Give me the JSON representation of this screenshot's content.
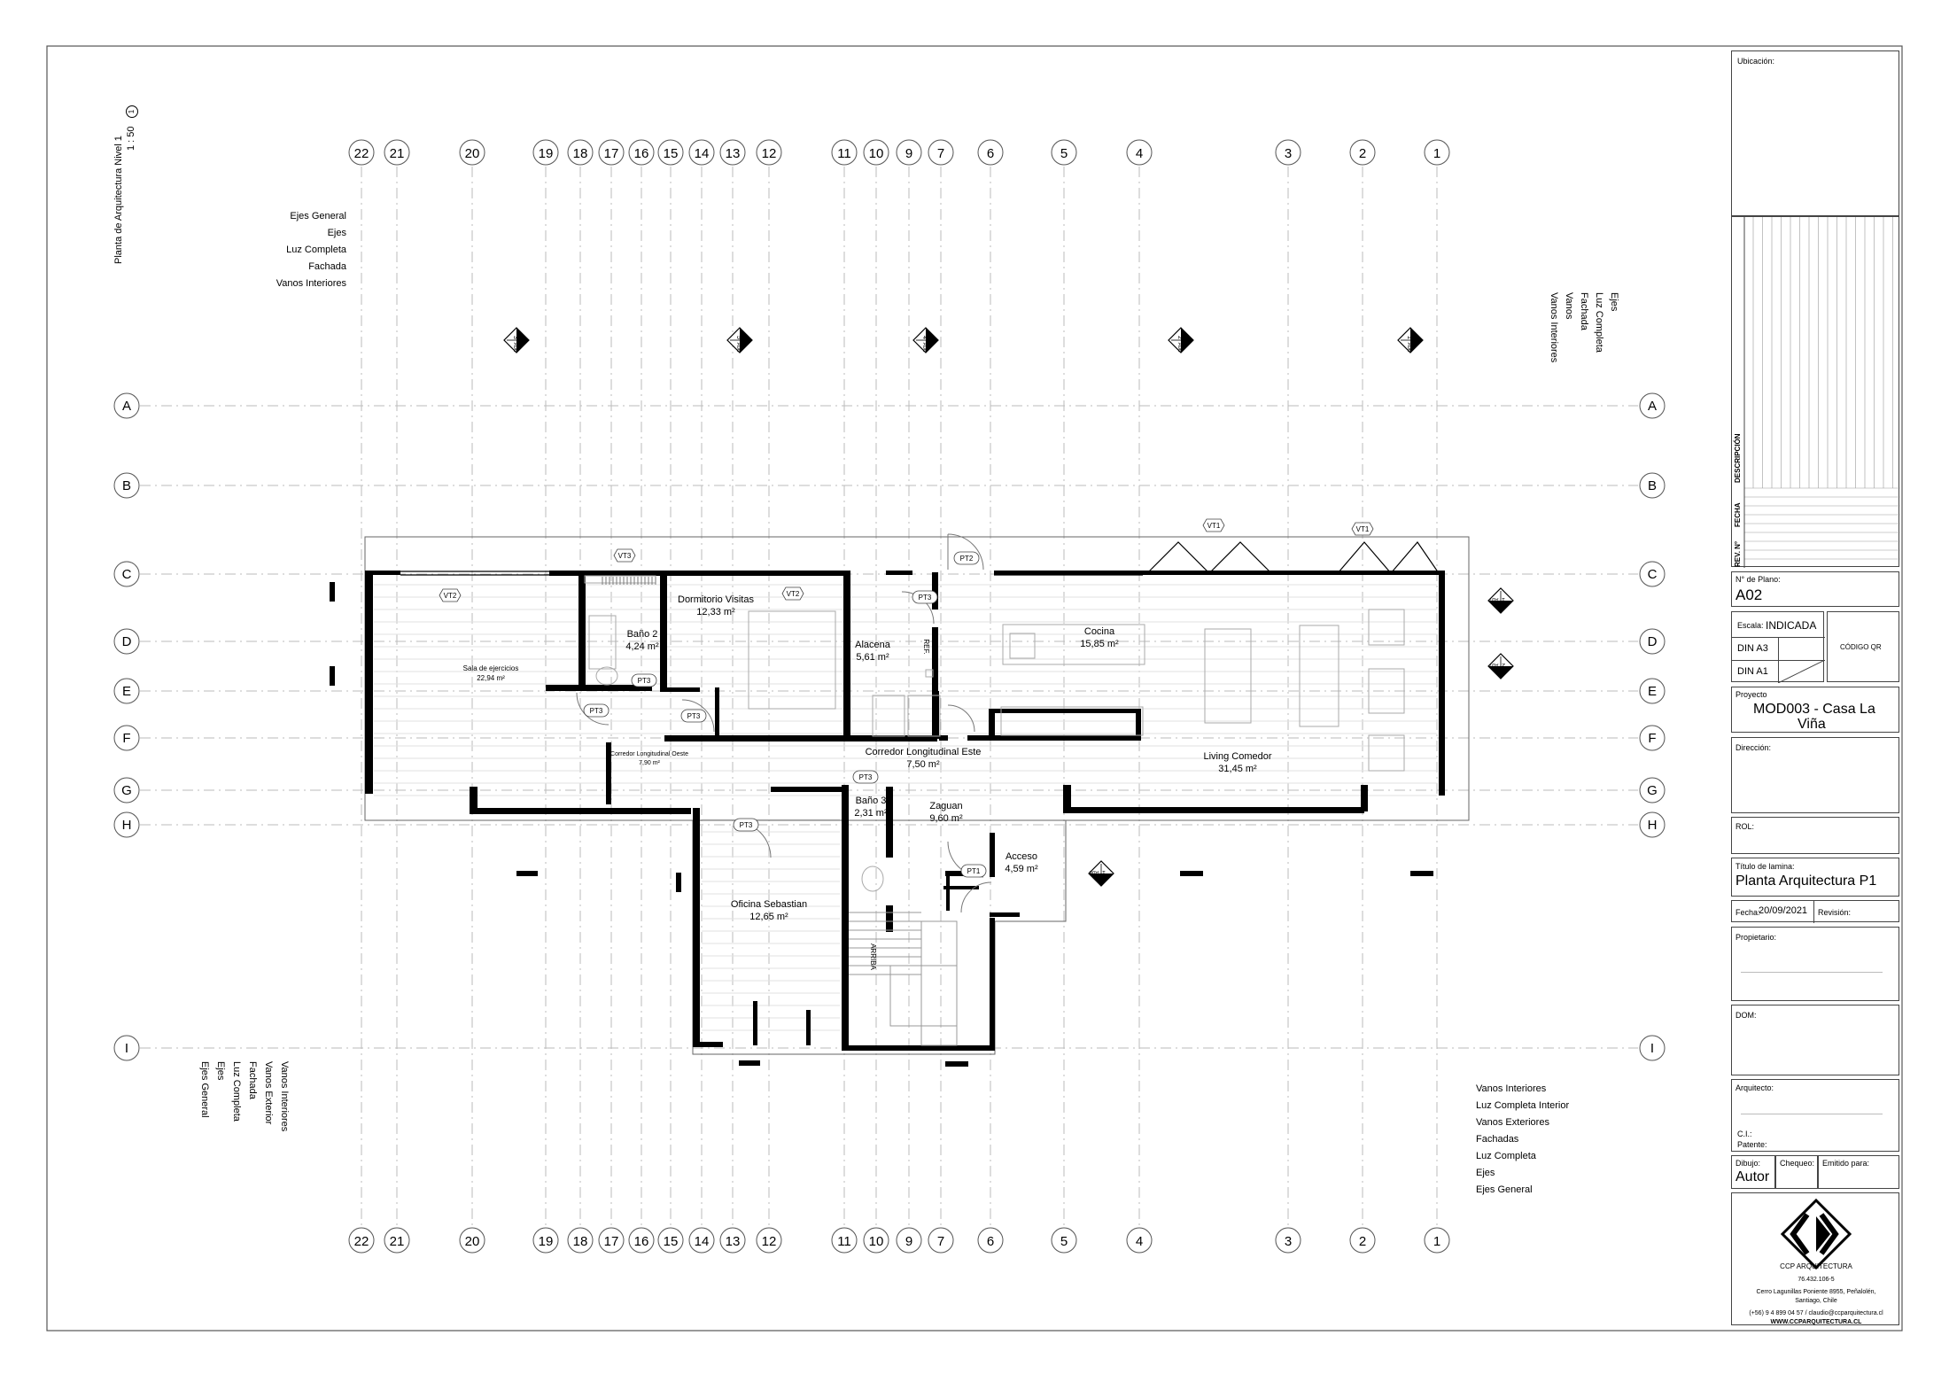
{
  "view": {
    "scale_label": "1 : 50",
    "view_number": "1",
    "view_title": "Planta de Arquitectura Nivel 1"
  },
  "grid": {
    "columns": [
      "22",
      "21",
      "20",
      "19",
      "18",
      "17",
      "16",
      "15",
      "14",
      "13",
      "12",
      "11",
      "10",
      "9",
      "7",
      "6",
      "5",
      "4",
      "3",
      "2",
      "1"
    ],
    "rows": [
      "A",
      "B",
      "C",
      "D",
      "E",
      "F",
      "G",
      "H",
      "I"
    ]
  },
  "legends": {
    "top_left": [
      "Ejes General",
      "Ejes",
      "Luz Completa",
      "Fachada",
      "Vanos Interiores"
    ],
    "top_right": [
      "Ejes",
      "Luz Completa",
      "Fachada",
      "Vanos",
      "Vanos Interiores"
    ],
    "bottom_left": [
      "Vanos Interiores",
      "Vanos Exterior",
      "Fachada",
      "Luz Completa",
      "Ejes",
      "Ejes General"
    ],
    "bottom_right": [
      "Vanos Interiores",
      "Luz Completa Interior",
      "Vanos Exteriores",
      "Fachadas",
      "Luz Completa",
      "Ejes",
      "Ejes General"
    ]
  },
  "rooms": [
    {
      "name": "Sala de ejercicios",
      "area": "22,94 m²"
    },
    {
      "name": "Baño 2",
      "area": "4,24 m²"
    },
    {
      "name": "Dormitorio Visitas",
      "area": "12,33 m²"
    },
    {
      "name": "Alacena",
      "area": "5,61 m²"
    },
    {
      "name": "Cocina",
      "area": "15,85 m²"
    },
    {
      "name": "Corredor Longitudinal Oeste",
      "area": "7,90 m²"
    },
    {
      "name": "Corredor Longitudinal Este",
      "area": "7,50 m²"
    },
    {
      "name": "Living Comedor",
      "area": "31,45 m²"
    },
    {
      "name": "Baño 3",
      "area": "2,31 m²"
    },
    {
      "name": "Zaguan",
      "area": "9,60 m²"
    },
    {
      "name": "Acceso",
      "area": "4,59 m²"
    },
    {
      "name": "Oficina Sebastian",
      "area": "12,65 m²"
    }
  ],
  "tags": {
    "vt1": "VT1",
    "vt2": "VT2",
    "vt3": "VT3",
    "pt1": "PT1",
    "pt2": "PT2",
    "pt3": "PT3",
    "ref": "REF.",
    "arriba": "ARRIBA"
  },
  "sections": [
    {
      "num": "3",
      "sheet": "A06"
    },
    {
      "num": "5",
      "sheet": "A06"
    },
    {
      "num": "4",
      "sheet": "A06"
    },
    {
      "num": "2",
      "sheet": "A06"
    },
    {
      "num": "1",
      "sheet": "A06"
    },
    {
      "num": "1",
      "sheet": "A07"
    },
    {
      "num": "2",
      "sheet": "A07"
    },
    {
      "num": "1",
      "sheet": "A08"
    }
  ],
  "titleblock": {
    "ubicacion_label": "Ubicación:",
    "rev_label": "REV. N°",
    "fecha_col_label": "FECHA",
    "descripcion_label": "DESCRIPCIÓN",
    "plano_label": "N° de Plano:",
    "plano": "A02",
    "escala_label": "Escala:",
    "escala": "INDICADA",
    "din_a3": "DIN A3",
    "din_a1": "DIN A1",
    "qr_label": "CÓDIGO QR",
    "proyecto_label": "Proyecto",
    "proyecto_line1": "MOD003 - Casa La",
    "proyecto_line2": "Viña",
    "direccion_label": "Dirección:",
    "rol_label": "ROL:",
    "titulo_label": "Título de lamina:",
    "titulo": "Planta Arquitectura P1",
    "fecha_label": "Fecha:",
    "fecha": "20/09/2021",
    "revision_label": "Revisión:",
    "propietario_label": "Propietario:",
    "dom_label": "DOM:",
    "arquitecto_label": "Arquitecto:",
    "ci_label": "C.I.:",
    "patente_label": "Patente:",
    "dibujo_label": "Dibujo:",
    "chequeo_label": "Chequeo:",
    "emitido_label": "Emitido para:",
    "autor": "Autor",
    "company": "CCP ARQUITECTURA",
    "rut": "76.432.106-5",
    "addr1": "Cerro Lagunillas Poniente 8955, Peñalolén,",
    "addr2": "Santiago, Chile",
    "contact": "(+56) 9 4 899 04 57  /  claudio@ccparquitectura.cl",
    "web": "WWW.CCPARQUITECTURA.CL"
  }
}
